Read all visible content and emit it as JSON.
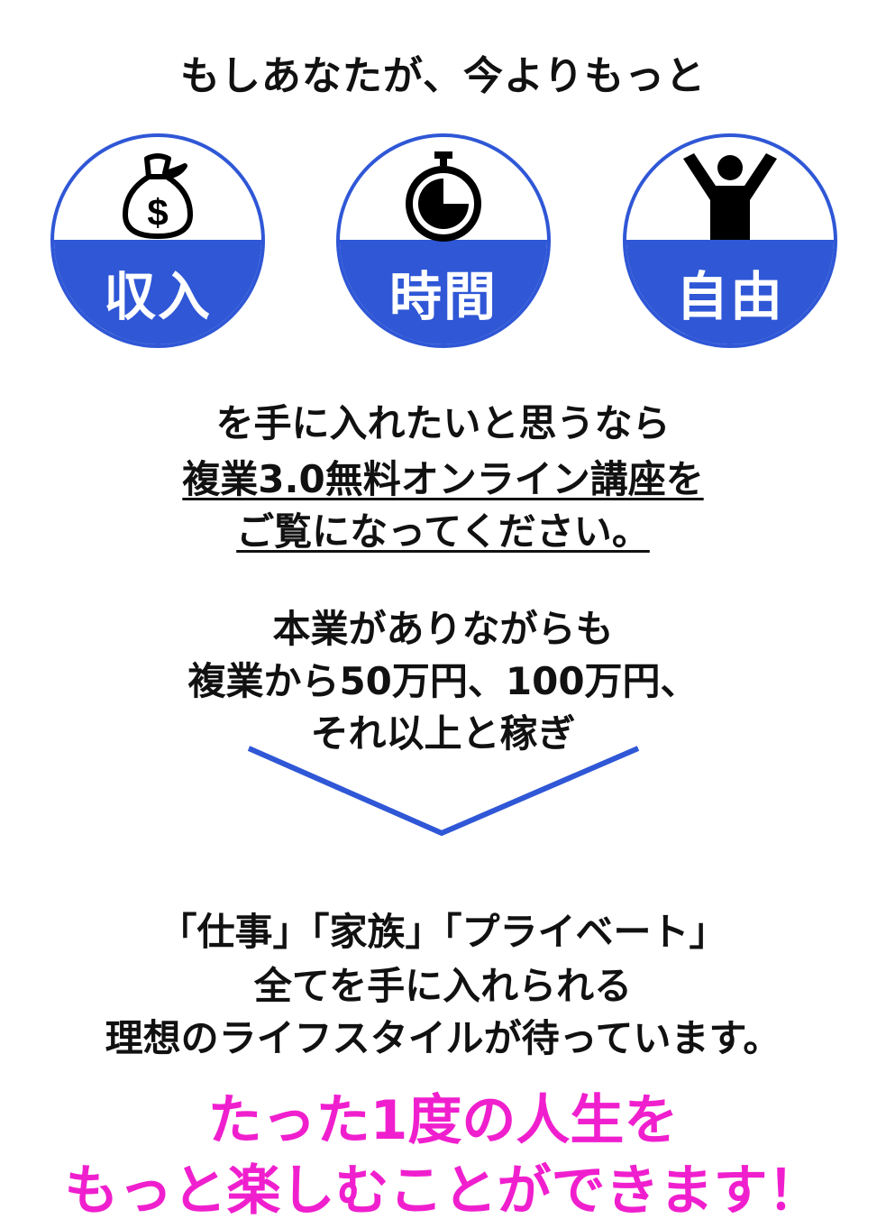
{
  "intro": "もしあなたが、今よりもっと",
  "circles": [
    {
      "label": "収入",
      "icon": "money-bag-icon"
    },
    {
      "label": "時間",
      "icon": "stopwatch-icon"
    },
    {
      "label": "自由",
      "icon": "person-raised-arms-icon"
    }
  ],
  "section1": {
    "line1": "を手に入れたいと思うなら",
    "line2": "複業3.0無料オンライン講座を",
    "line3": "ご覧になってください。"
  },
  "section2": {
    "line1": "本業がありながらも",
    "line2": "複業から50万円、100万円、",
    "line3": "それ以上と稼ぎ"
  },
  "section3": {
    "line1": "「仕事」「家族」「プライベート」",
    "line2": "全てを手に入れられる",
    "line3": "理想のライフスタイルが待っています。"
  },
  "headline": {
    "line1": "たった1度の人生を",
    "line2": "もっと楽しむことができます！"
  },
  "colors": {
    "blue": "#2f57d6",
    "pink": "#f01fce",
    "text": "#111111"
  }
}
